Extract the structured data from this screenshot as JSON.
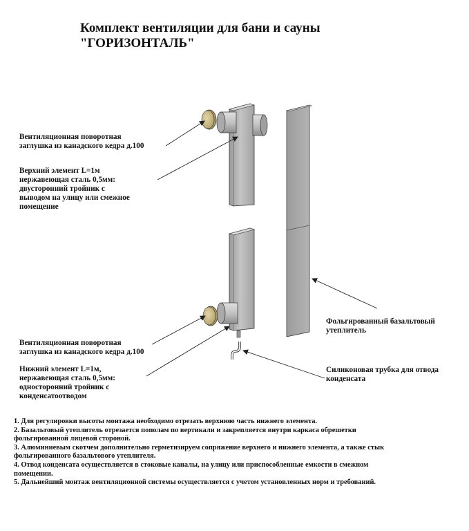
{
  "title": {
    "line1": "Комплект вентиляции для бани и сауны",
    "line2": "\"ГОРИЗОНТАЛЬ\""
  },
  "labels": {
    "top_plug": "Вентиляционная поворотная\nзаглушка из канадского кедра д.100",
    "top_element": "Верхний элемент L=1м\nнержавеющая сталь 0,5мм:\nдвусторонний тройник с\nвыводом на улицу или смежное\nпомещение",
    "insulation": "Фольгированный базальтовый\nутеплитель",
    "bottom_plug": "Вентиляционная поворотная\nзаглушка из канадского кедра д.100",
    "bottom_element": "Нижний элемент L=1м,\nнержавеющая сталь 0,5мм:\nодносторонний тройник с\nконденсатоотводом",
    "tube": "Силиконовая трубка для отвода\nконденсата"
  },
  "notes": [
    "1. Для регулировки высоты монтажа необходимо отрезать верхнюю часть нижнего элемента.",
    "2. Базальтовый утеплитель отрезается пополам по вертикали и закрепляется внутри каркаса обрешетки\nфольгированной лицевой стороной.",
    "3. Алюминиевым скотчем дополнительно герметизируем сопряжение верхнего и нижнего элемента, а также стык\nфольгированного базальтового утеплителя.",
    "4. Отвод конденсата осуществляется в стоковые каналы, на улицу или приспособленные емкости в смежном\nпомещении.",
    "5. Дальнейший монтаж вентиляционной системы осуществляется с учетом установленных норм и требований."
  ],
  "colors": {
    "steel": "#b9b9b9",
    "steel_dark": "#8e8e8e",
    "steel_light": "#d6d6d6",
    "cedar": "#c9b98a",
    "insulation": "#a9a9a9",
    "line": "#222222"
  }
}
